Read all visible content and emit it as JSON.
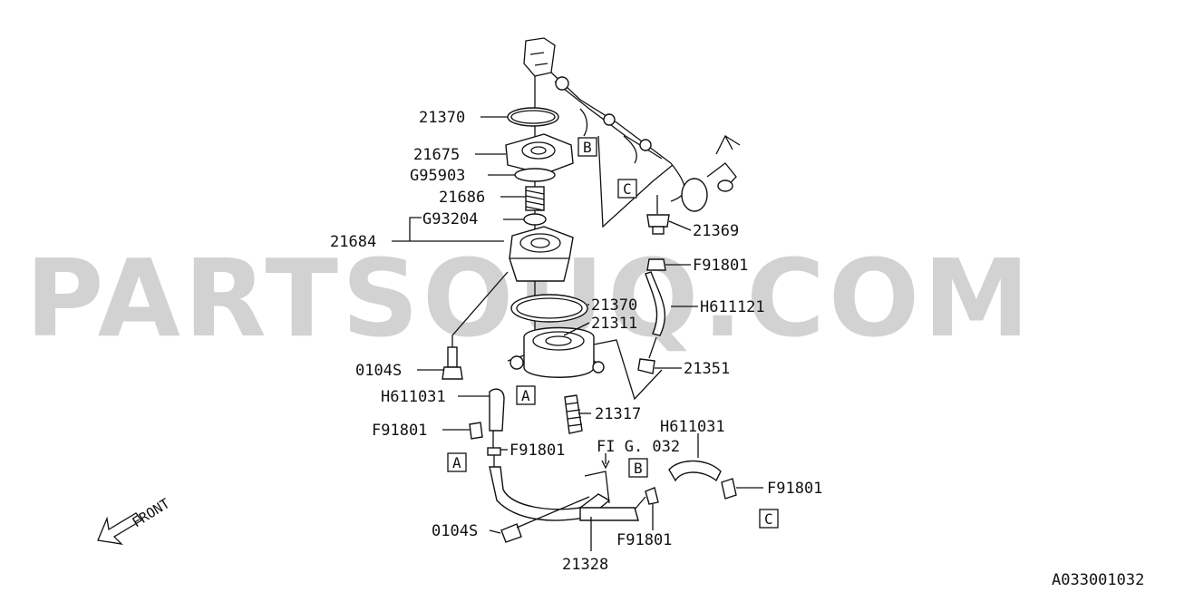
{
  "watermark": "PARTSOUQ.COM",
  "diagram_code": "A033001032",
  "front_label": "FRONT",
  "figure_ref": "FI G. 032",
  "part_labels": {
    "p21370_top": "21370",
    "p21675": "21675",
    "pG95903": "G95903",
    "p21686": "21686",
    "pG93204": "G93204",
    "p21684": "21684",
    "p21370_mid": "21370",
    "p21311": "21311",
    "p0104S_mid": "0104S",
    "pH611031_left": "H611031",
    "pF91801_left": "F91801",
    "p21317": "21317",
    "pF91801_center": "F91801",
    "p21369": "21369",
    "pF91801_right_top": "F91801",
    "pH611121": "H611121",
    "p21351": "21351",
    "pH611031_right": "H611031",
    "pF91801_right": "F91801",
    "pF91801_bottom": "F91801",
    "p0104S_bottom": "0104S",
    "p21328": "21328"
  },
  "ref_boxes": {
    "B_top": "B",
    "C_top": "C",
    "A_mid": "A",
    "A_left": "A",
    "B_bottom": "B",
    "C_bottom": "C"
  }
}
